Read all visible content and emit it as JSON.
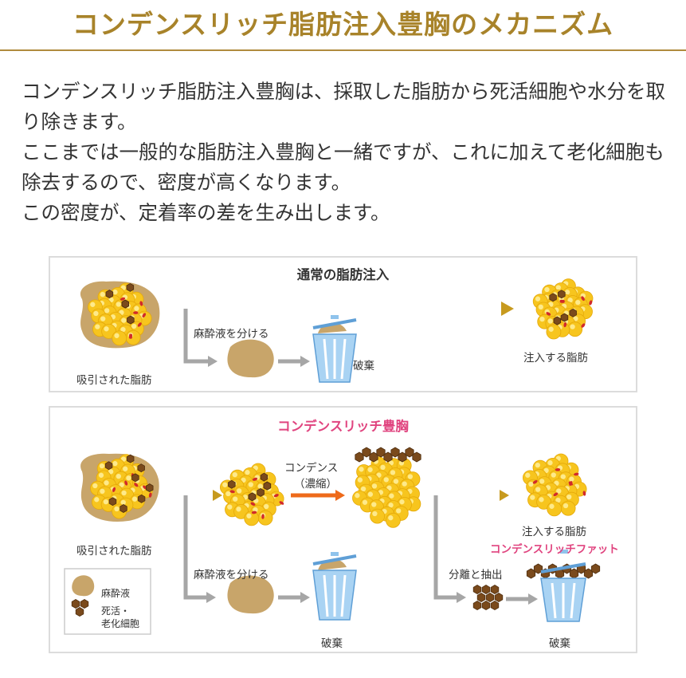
{
  "header": {
    "title": "コンデンスリッチ脂肪注入豊胸のメカニズム"
  },
  "intro": {
    "paragraph_1": "コンデンスリッチ脂肪注入豊胸は、採取した脂肪から死活細胞や水分を取り除きます。",
    "paragraph_2": "ここまでは一般的な脂肪注入豊胸と一緒ですが、これに加えて老化細胞も除去するので、密度が高くなります。",
    "paragraph_3": "この密度が、定着率の差を生み出します。"
  },
  "normal_panel": {
    "title": "通常の脂肪注入",
    "aspirated_label": "吸引された脂肪",
    "separate_label": "麻酔液を分ける",
    "discard_label": "破棄",
    "inject_label": "注入する脂肪"
  },
  "condense_panel": {
    "title": "コンデンスリッチ豊胸",
    "aspirated_label": "吸引された脂肪",
    "condense_label": "コンデンス",
    "condense_sub_label": "（濃縮）",
    "separate_label": "麻酔液を分ける",
    "discard_label_1": "破棄",
    "extract_label": "分離と抽出",
    "discard_label_2": "破棄",
    "inject_label": "注入する脂肪",
    "product_label": "コンデンスリッチファット",
    "legend": {
      "anesthetic": "麻酔液",
      "dead_cells_line1": "死活・",
      "dead_cells_line2": "老化細胞"
    }
  },
  "colors": {
    "title_gold": "#a8832a",
    "accent_pink": "#e0447f",
    "fat_yellow": "#f7c51e",
    "anesthetic_tan": "#c8a56a",
    "dead_cell_brown": "#7a4a1c",
    "bucket_blue": "#8fc3ec",
    "arrow_gray": "#a6a6a6",
    "arrow_gold": "#c79a1e",
    "arrow_orange": "#ee6a1a"
  }
}
